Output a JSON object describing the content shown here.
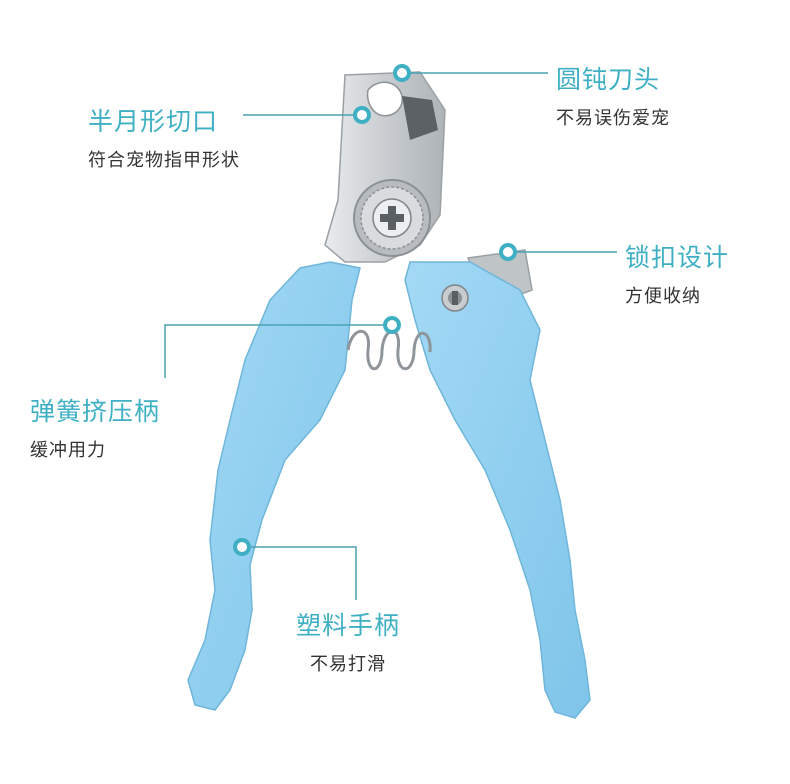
{
  "colors": {
    "accent": "#3fb0c4",
    "handle": "#8fcff0",
    "metal": "#cfd3d6",
    "text": "#333333"
  },
  "callouts": {
    "round_head": {
      "title": "圆钝刀头",
      "subtitle": "不易误伤爱宠"
    },
    "half_moon": {
      "title": "半月形切口",
      "subtitle": "符合宠物指甲形状"
    },
    "lock": {
      "title": "锁扣设计",
      "subtitle": "方便收纳"
    },
    "spring": {
      "title": "弹簧挤压柄",
      "subtitle": "缓冲用力"
    },
    "handle": {
      "title": "塑料手柄",
      "subtitle": "不易打滑"
    }
  }
}
